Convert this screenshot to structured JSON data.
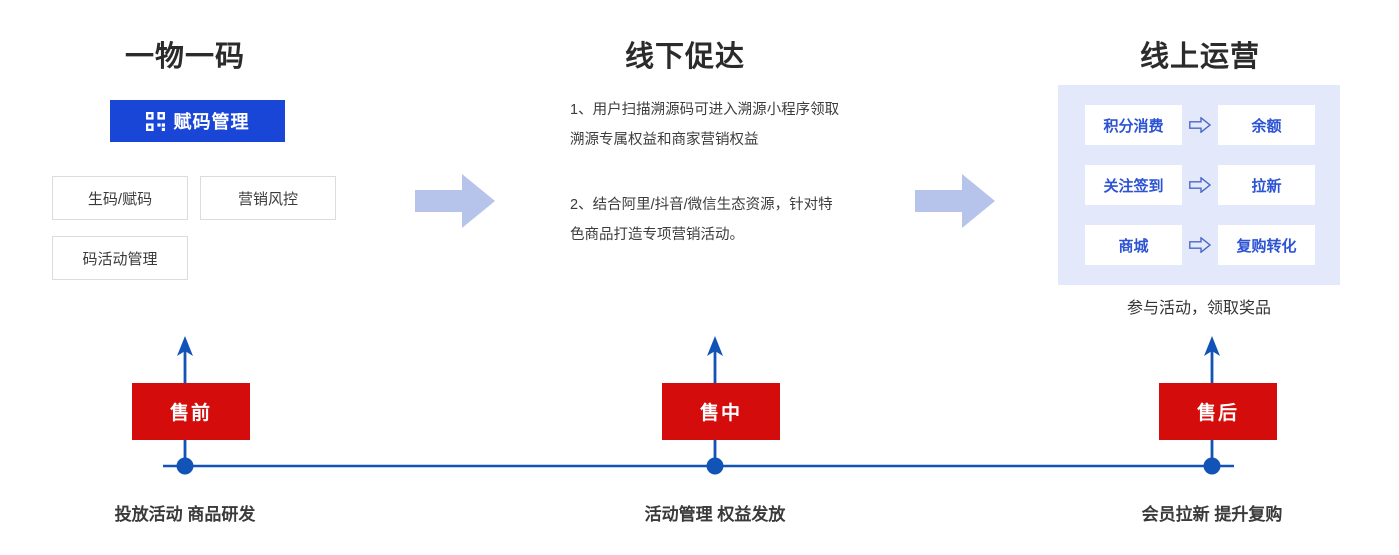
{
  "columns": [
    {
      "title": "一物一码"
    },
    {
      "title": "线下促达"
    },
    {
      "title": "线上运营"
    }
  ],
  "left": {
    "primary_button": {
      "label": "赋码管理",
      "icon": "qr-code-icon",
      "bg": "#1a46d8",
      "text_color": "#ffffff"
    },
    "boxes": [
      {
        "label": "生码/赋码"
      },
      {
        "label": "营销风控"
      },
      {
        "label": "码活动管理"
      }
    ]
  },
  "middle": {
    "paragraphs": [
      "1、用户扫描溯源码可进入溯源小程序领取溯源专属权益和商家营销权益",
      "2、结合阿里/抖音/微信生态资源，针对特色商品打造专项营销活动。"
    ]
  },
  "right": {
    "panel_bg": "#e3e8fb",
    "chip_text_color": "#2b53d4",
    "rows": [
      {
        "source": "积分消费",
        "arrow": "arrow-right-outline-icon",
        "target": "余额"
      },
      {
        "source": "关注签到",
        "arrow": "arrow-right-outline-icon",
        "target": "拉新"
      },
      {
        "source": "商城",
        "arrow": "arrow-right-outline-icon",
        "target": "复购转化"
      }
    ],
    "caption": "参与活动，领取奖品"
  },
  "flow_arrows": [
    {
      "name": "stage-arrow-1",
      "color": "#b6c4ec"
    },
    {
      "name": "stage-arrow-2",
      "color": "#b6c4ec"
    }
  ],
  "timeline": {
    "line_color": "#1253b8",
    "stage_box_bg": "#d50c0c",
    "nodes": [
      {
        "stage": "售前",
        "caption": "投放活动  商品研发"
      },
      {
        "stage": "售中",
        "caption": "活动管理  权益发放"
      },
      {
        "stage": "售后",
        "caption": "会员拉新  提升复购"
      }
    ]
  }
}
